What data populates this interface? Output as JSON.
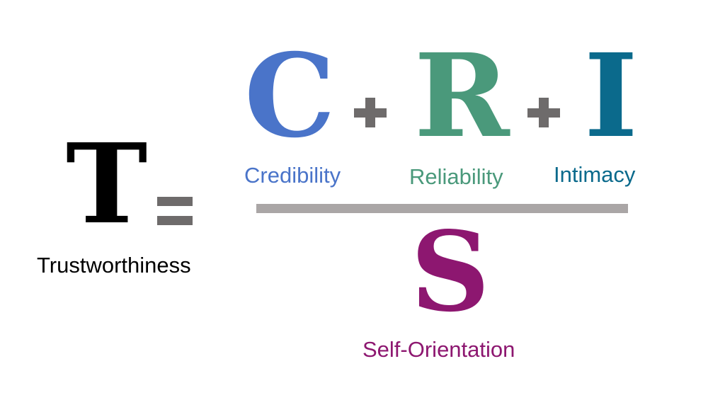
{
  "formula": {
    "result": {
      "letter": "T",
      "label": "Trustworthiness",
      "color": "#000000"
    },
    "numerator": [
      {
        "letter": "C",
        "label": "Credibility",
        "color": "#4a74c9"
      },
      {
        "letter": "R",
        "label": "Reliability",
        "color": "#4a997b"
      },
      {
        "letter": "I",
        "label": "Intimacy",
        "color": "#0b6a8c"
      }
    ],
    "denominator": {
      "letter": "S",
      "label": "Self-Orientation",
      "color": "#8d1770"
    },
    "operator_color": "#6e6b6b",
    "fraction_bar_color": "#aaa6a6"
  }
}
